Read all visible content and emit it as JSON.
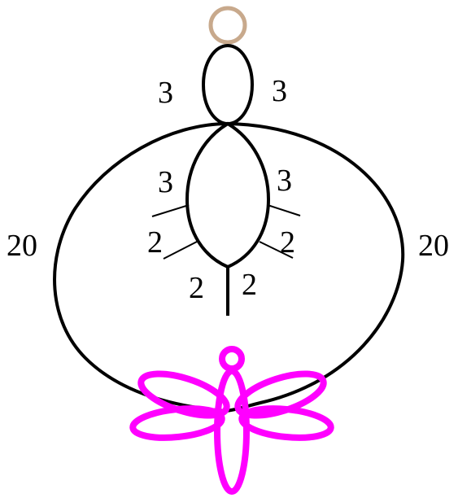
{
  "colors": {
    "thread": "#000000",
    "top_ring": "#c8a98c",
    "dragonfly": "#ff00ff",
    "background": "#ffffff"
  },
  "labels": {
    "top_loop_left": "3",
    "top_loop_right": "3",
    "inner_upper_left": "3",
    "inner_upper_right": "3",
    "inner_mid_left": "2",
    "inner_mid_right": "2",
    "inner_low_left": "2",
    "inner_low_right": "2",
    "outer_left": "20",
    "outer_right": "20"
  },
  "icons": {
    "top_ring": "ring-icon",
    "dragonfly": "dragonfly-icon"
  }
}
